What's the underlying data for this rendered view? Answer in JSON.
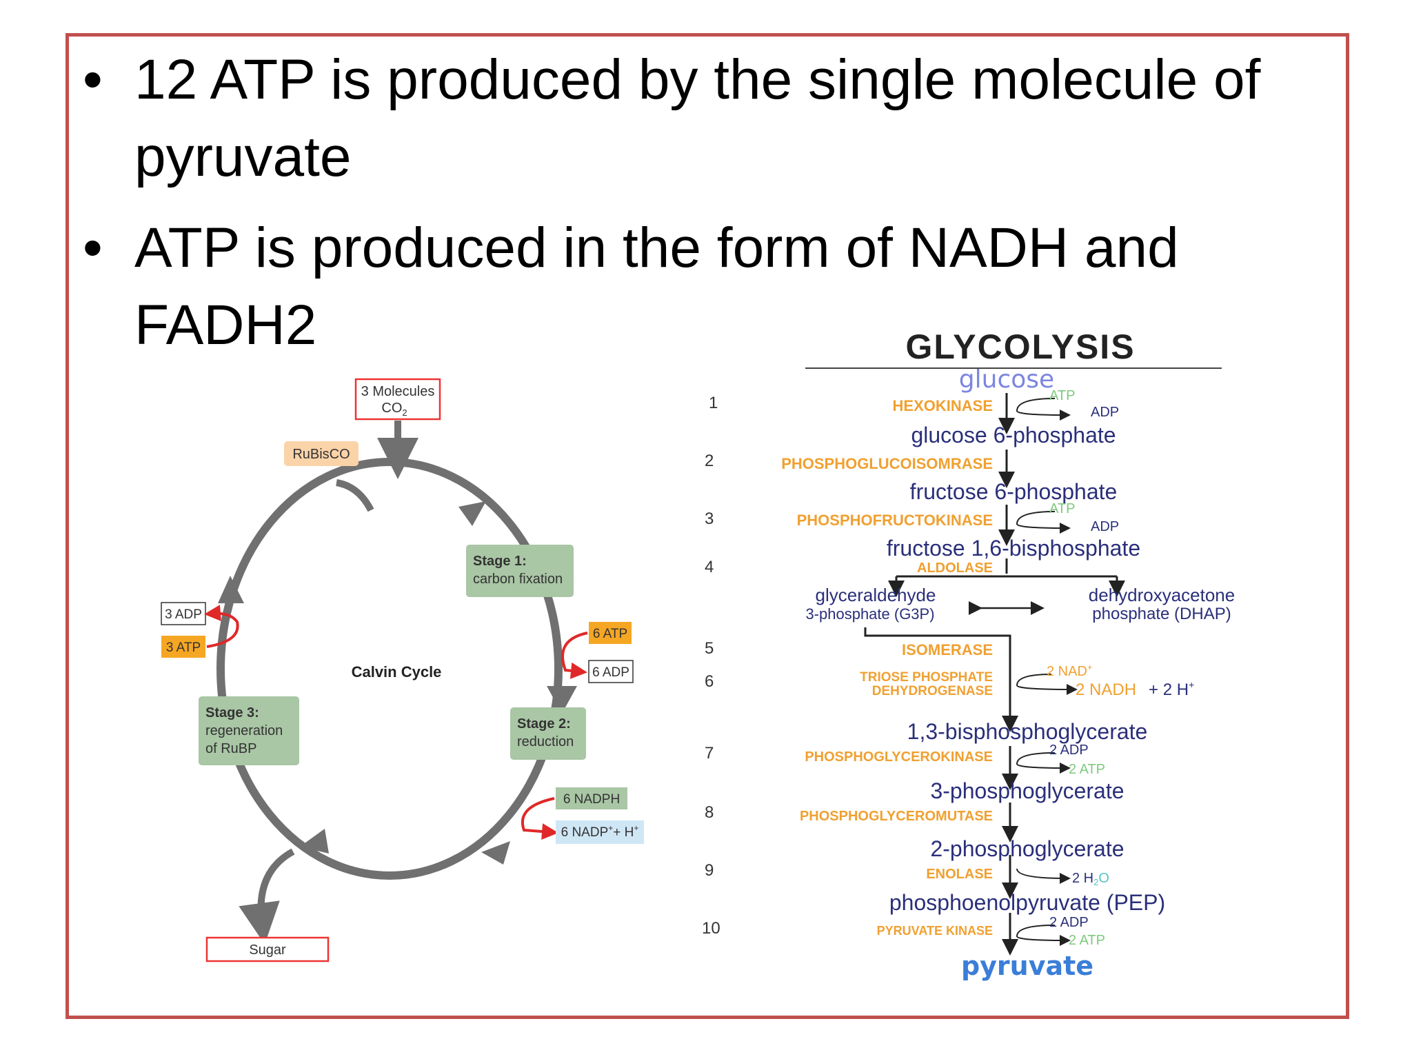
{
  "bullets": [
    {
      "text": "12 ATP is produced by the single molecule of pyruvate"
    },
    {
      "text": "ATP is produced in the form of NADH and FADH2"
    }
  ],
  "calvin": {
    "title": "Calvin Cycle",
    "input_line1": "3 Molecules",
    "input_line2": "CO",
    "input_sub": "2",
    "rubisco": "RuBisCO",
    "stage1_title": "Stage 1:",
    "stage1_desc": "carbon fixation",
    "stage2_title": "Stage 2:",
    "stage2_desc": "reduction",
    "stage3_title": "Stage 3:",
    "stage3_desc1": "regeneration",
    "stage3_desc2": "of RuBP",
    "atp6": "6 ATP",
    "adp6": "6 ADP",
    "nadph": "6 NADPH",
    "nadp": "6 NADP",
    "nadp_tail": "+ H",
    "adp3": "3 ADP",
    "atp3": "3 ATP",
    "sugar": "Sugar",
    "colors": {
      "arrow": "#707070",
      "stage": "#a9c6a5",
      "orange": "#f5a623",
      "peach": "#fbd3a8",
      "red": "#e02828",
      "blue": "#cfe6f5"
    }
  },
  "glycolysis": {
    "title": "GLYCOLYSIS",
    "start": "glucose",
    "end": "pyruvate",
    "steps": {
      "n1": "1",
      "n2": "2",
      "n3": "3",
      "n4": "4",
      "n5": "5",
      "n6": "6",
      "n7": "7",
      "n8": "8",
      "n9": "9",
      "n10": "10"
    },
    "enzymes": {
      "e1": "HEXOKINASE",
      "e2": "PHOSPHOGLUCOISOMRASE",
      "e3": "PHOSPHOFRUCTOKINASE",
      "e4": "ALDOLASE",
      "e5": "ISOMERASE",
      "e6a": "TRIOSE PHOSPHATE",
      "e6b": "DEHYDROGENASE",
      "e7": "PHOSPHOGLYCEROKINASE",
      "e8": "PHOSPHOGLYCEROMUTASE",
      "e9": "ENOLASE",
      "e10": "PYRUVATE KINASE"
    },
    "intermediates": {
      "m1": "glucose 6-phosphate",
      "m2": "fructose 6-phosphate",
      "m3": "fructose 1,6-bisphosphate",
      "m4a1": "glyceraldehyde",
      "m4a2": "3-phosphate (G3P)",
      "m4b1": "dehydroxyacetone",
      "m4b2": "phosphate (DHAP)",
      "m6": "1,3-bisphosphoglycerate",
      "m7": "3-phosphoglycerate",
      "m8": "2-phosphoglycerate",
      "m9": "phosphoenolpyruvate (PEP)"
    },
    "cofactors": {
      "c1a": "ATP",
      "c1b": "ADP",
      "c3a": "ATP",
      "c3b": "ADP",
      "c6a": "2 NAD",
      "c6b": "2 NADH",
      "c6c": "+ 2 H",
      "c7a": "2 ADP",
      "c7b": "2 ATP",
      "c9": "2 H",
      "c9b": "O",
      "c10a": "2 ADP",
      "c10b": "2 ATP"
    },
    "colors": {
      "enzyme": "#f0a030",
      "molecule": "#2a2f7a",
      "glucose": "#7b86e0",
      "green": "#7dc97d",
      "teal": "#56c4c4",
      "blue": "#3a7ed8"
    }
  }
}
